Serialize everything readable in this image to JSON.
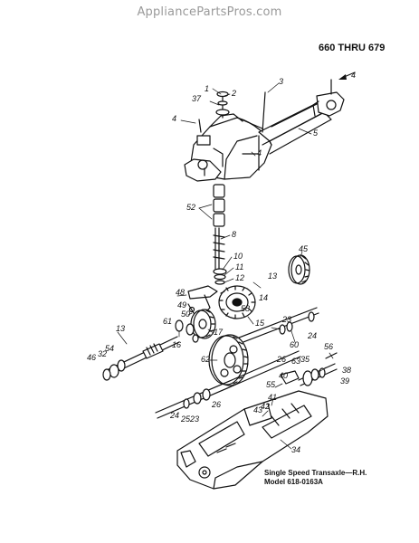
{
  "watermark": "AppliancePartsPros.com",
  "model_range": "660 THRU 679",
  "caption": {
    "line1": "Single Speed Transaxle—R.H.",
    "line2": "Model 618-0163A"
  },
  "callouts": [
    "1",
    "2",
    "3",
    "4",
    "37",
    "4",
    "5",
    "4",
    "52",
    "8",
    "10",
    "11",
    "12",
    "13",
    "45",
    "14",
    "48",
    "49",
    "50",
    "58",
    "15",
    "17",
    "16",
    "61",
    "13",
    "23",
    "32",
    "54",
    "46",
    "62",
    "24",
    "26",
    "60",
    "56",
    "63",
    "35",
    "38",
    "40",
    "39",
    "55",
    "41",
    "42",
    "43",
    "24",
    "25",
    "23",
    "26",
    "34"
  ]
}
